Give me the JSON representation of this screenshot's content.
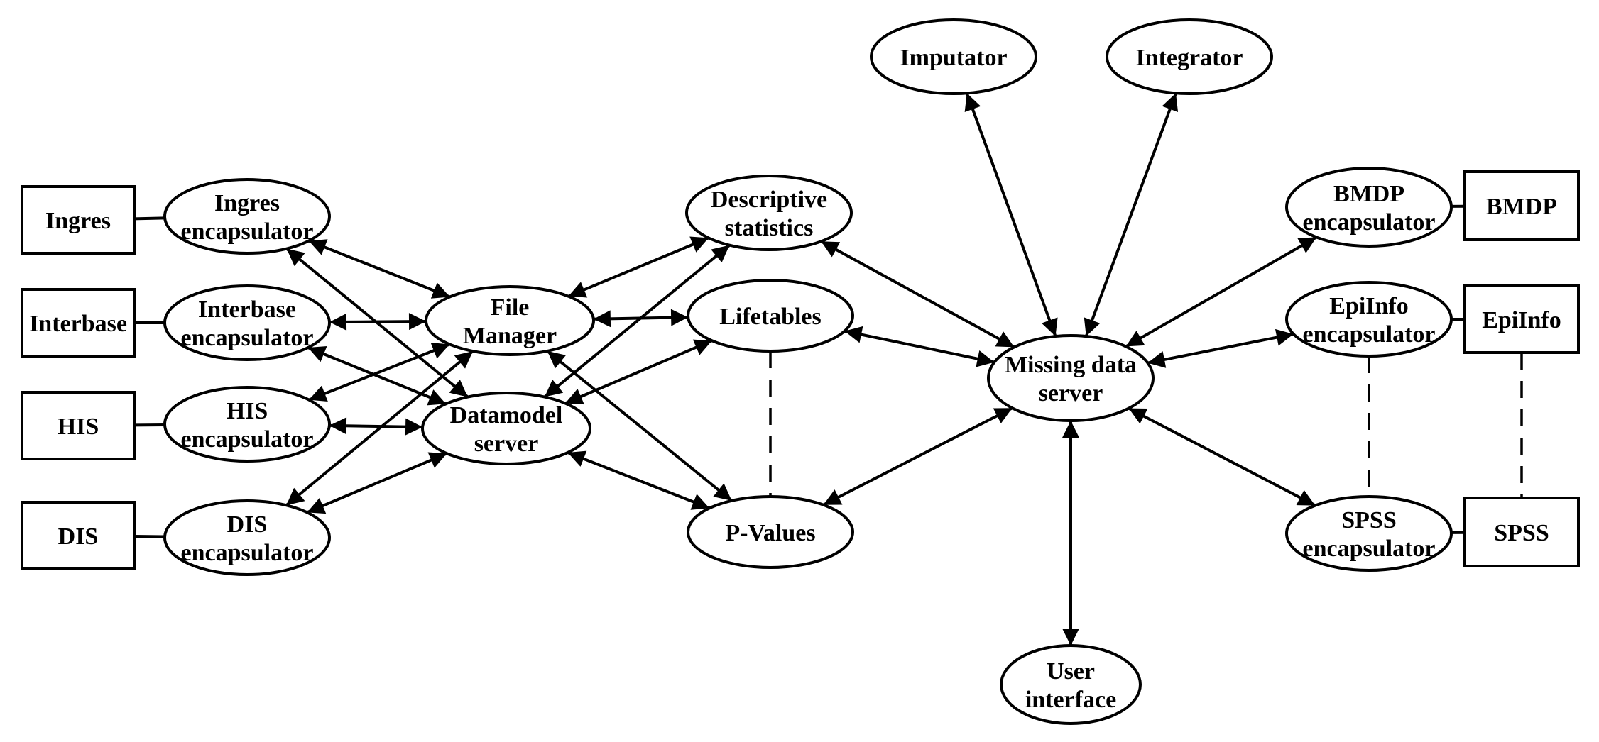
{
  "nodes": {
    "ingres_db": {
      "lines": [
        "Ingres"
      ]
    },
    "interbase_db": {
      "lines": [
        "Interbase"
      ]
    },
    "his_db": {
      "lines": [
        "HIS"
      ]
    },
    "dis_db": {
      "lines": [
        "DIS"
      ]
    },
    "ingres_enc": {
      "lines": [
        "Ingres",
        "encapsulator"
      ]
    },
    "interbase_enc": {
      "lines": [
        "Interbase",
        "encapsulator"
      ]
    },
    "his_enc": {
      "lines": [
        "HIS",
        "encapsulator"
      ]
    },
    "dis_enc": {
      "lines": [
        "DIS",
        "encapsulator"
      ]
    },
    "file_manager": {
      "lines": [
        "File",
        "Manager"
      ]
    },
    "datamodel_server": {
      "lines": [
        "Datamodel",
        "server"
      ]
    },
    "descriptive_statistics": {
      "lines": [
        "Descriptive",
        "statistics"
      ]
    },
    "lifetables": {
      "lines": [
        "Lifetables"
      ]
    },
    "p_values": {
      "lines": [
        "P-Values"
      ]
    },
    "imputator": {
      "lines": [
        "Imputator"
      ]
    },
    "integrator": {
      "lines": [
        "Integrator"
      ]
    },
    "missing_data_server": {
      "lines": [
        "Missing data",
        "server"
      ]
    },
    "user_interface": {
      "lines": [
        "User",
        "interface"
      ]
    },
    "bmdp_enc": {
      "lines": [
        "BMDP",
        "encapsulator"
      ]
    },
    "epiinfo_enc": {
      "lines": [
        "EpiInfo",
        "encapsulator"
      ]
    },
    "spss_enc": {
      "lines": [
        "SPSS",
        "encapsulator"
      ]
    },
    "bmdp_pkg": {
      "lines": [
        "BMDP"
      ]
    },
    "epiinfo_pkg": {
      "lines": [
        "EpiInfo"
      ]
    },
    "spss_pkg": {
      "lines": [
        "SPSS"
      ]
    }
  },
  "edges": [
    {
      "from": "ingres_db",
      "to": "ingres_enc",
      "type": "plain"
    },
    {
      "from": "interbase_db",
      "to": "interbase_enc",
      "type": "plain"
    },
    {
      "from": "his_db",
      "to": "his_enc",
      "type": "plain"
    },
    {
      "from": "dis_db",
      "to": "dis_enc",
      "type": "plain"
    },
    {
      "from": "ingres_enc",
      "to": "file_manager",
      "type": "double"
    },
    {
      "from": "ingres_enc",
      "to": "datamodel_server",
      "type": "double"
    },
    {
      "from": "interbase_enc",
      "to": "file_manager",
      "type": "double"
    },
    {
      "from": "interbase_enc",
      "to": "datamodel_server",
      "type": "double"
    },
    {
      "from": "his_enc",
      "to": "file_manager",
      "type": "double"
    },
    {
      "from": "his_enc",
      "to": "datamodel_server",
      "type": "double"
    },
    {
      "from": "dis_enc",
      "to": "file_manager",
      "type": "double"
    },
    {
      "from": "dis_enc",
      "to": "datamodel_server",
      "type": "double"
    },
    {
      "from": "file_manager",
      "to": "descriptive_statistics",
      "type": "double"
    },
    {
      "from": "file_manager",
      "to": "lifetables",
      "type": "double"
    },
    {
      "from": "file_manager",
      "to": "p_values",
      "type": "double"
    },
    {
      "from": "datamodel_server",
      "to": "descriptive_statistics",
      "type": "double"
    },
    {
      "from": "datamodel_server",
      "to": "lifetables",
      "type": "double"
    },
    {
      "from": "datamodel_server",
      "to": "p_values",
      "type": "double"
    },
    {
      "from": "descriptive_statistics",
      "to": "missing_data_server",
      "type": "double"
    },
    {
      "from": "lifetables",
      "to": "missing_data_server",
      "type": "double"
    },
    {
      "from": "p_values",
      "to": "missing_data_server",
      "type": "double"
    },
    {
      "from": "imputator",
      "to": "missing_data_server",
      "type": "double"
    },
    {
      "from": "integrator",
      "to": "missing_data_server",
      "type": "double"
    },
    {
      "from": "user_interface",
      "to": "missing_data_server",
      "type": "double"
    },
    {
      "from": "missing_data_server",
      "to": "bmdp_enc",
      "type": "double"
    },
    {
      "from": "missing_data_server",
      "to": "epiinfo_enc",
      "type": "double"
    },
    {
      "from": "missing_data_server",
      "to": "spss_enc",
      "type": "double"
    },
    {
      "from": "bmdp_enc",
      "to": "bmdp_pkg",
      "type": "plain"
    },
    {
      "from": "epiinfo_enc",
      "to": "epiinfo_pkg",
      "type": "plain"
    },
    {
      "from": "spss_enc",
      "to": "spss_pkg",
      "type": "plain"
    },
    {
      "from": "lifetables",
      "to": "p_values",
      "type": "dashed"
    },
    {
      "from": "epiinfo_enc",
      "to": "spss_enc",
      "type": "dashed"
    },
    {
      "from": "epiinfo_pkg",
      "to": "spss_pkg",
      "type": "dashed"
    }
  ]
}
